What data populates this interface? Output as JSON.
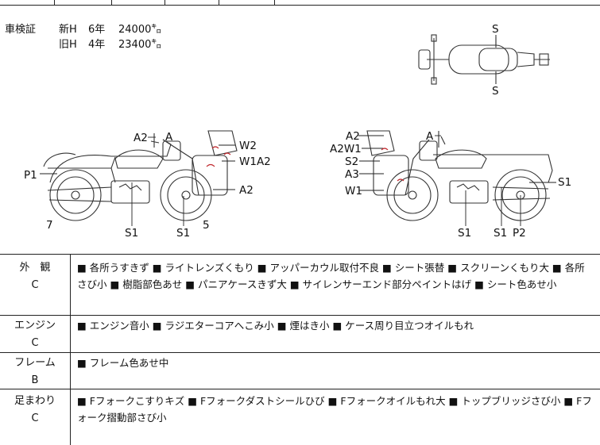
{
  "inspection": {
    "title": "車検証",
    "rows": [
      {
        "prefix": "新H",
        "years": "6年",
        "amount": "24000㌔"
      },
      {
        "prefix": "旧H",
        "years": "4年",
        "amount": "23400㌔"
      }
    ]
  },
  "diagram": {
    "top_view": {
      "label_top": "S",
      "label_bottom": "S"
    },
    "left_side": {
      "labels": [
        "A2",
        "A",
        "W2",
        "W1A2",
        "P1",
        "A2",
        "7",
        "S1",
        "S1",
        "5"
      ]
    },
    "right_side": {
      "labels": [
        "A2",
        "A2W1",
        "S2",
        "A3",
        "W1",
        "A",
        "S1",
        "S1",
        "S1",
        "P2"
      ]
    }
  },
  "sections": [
    {
      "category": "外　観",
      "grade": "C",
      "text": "■ 各所うすきず ■ ライトレンズくもり ■ アッパーカウル取付不良 ■ シート張替 ■ スクリーンくもり大 ■ 各所さび小 ■ 樹脂部色あせ ■ パニアケースきず大 ■ サイレンサーエンド部分ペイントはげ ■ シート色あせ小"
    },
    {
      "category": "エンジン",
      "grade": "C",
      "text": "■ エンジン音小 ■ ラジエターコアへこみ小 ■ 煙はき小 ■ ケース周り目立つオイルもれ"
    },
    {
      "category": "フレーム",
      "grade": "B",
      "text": "■ フレーム色あせ中"
    },
    {
      "category": "足まわり",
      "grade": "C",
      "text": "■ Fフォークこすりキズ ■ Fフォークダストシールひび ■ Fフォークオイルもれ大 ■ トップブリッジさび小 ■ Fフォーク摺動部さび小"
    }
  ]
}
